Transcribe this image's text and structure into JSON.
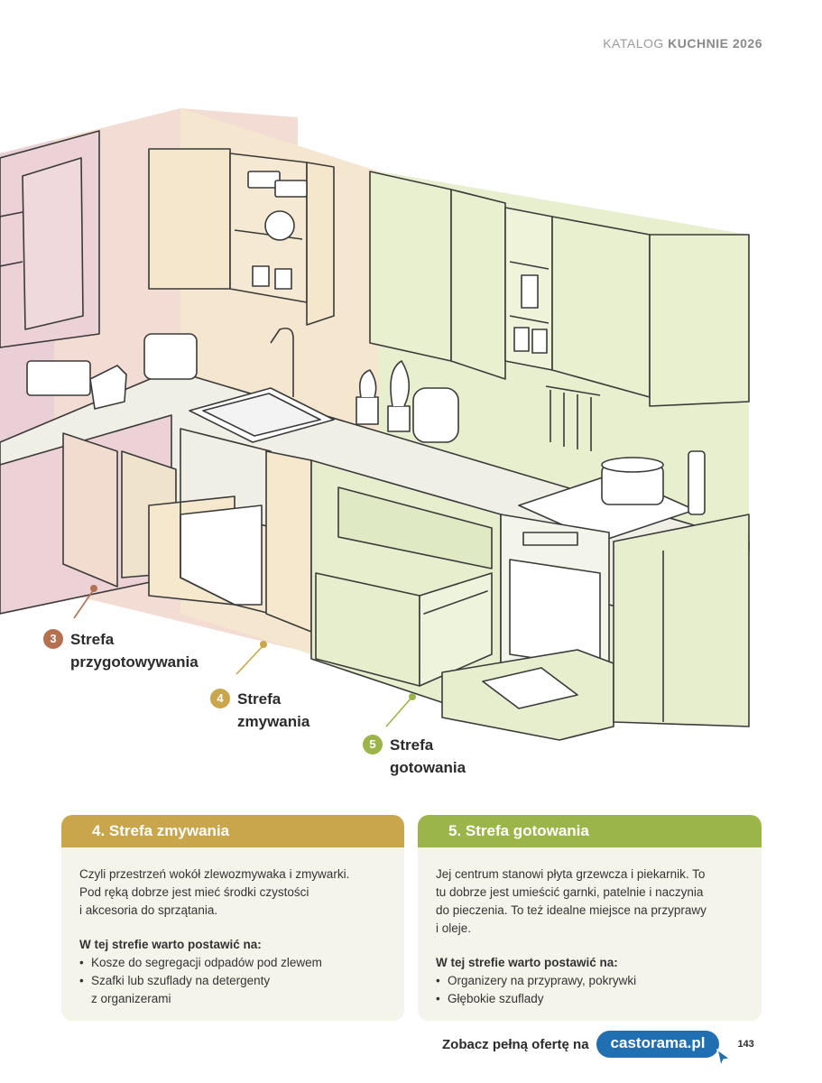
{
  "header": {
    "label": "KATALOG",
    "title": "KUCHNIE 2026"
  },
  "zones": [
    {
      "number": "3",
      "line1": "Strefa",
      "line2": "przygotowywania"
    },
    {
      "number": "4",
      "line1": "Strefa",
      "line2": "zmywania"
    },
    {
      "number": "5",
      "line1": "Strefa",
      "line2": "gotowania"
    }
  ],
  "colors": {
    "zone3": "#b5714f",
    "zone4": "#c9a64b",
    "zone5": "#9cb548",
    "card_bg": "#f5f4ea",
    "brand": "#1f6fb2"
  },
  "cards": [
    {
      "title": "4. Strefa zmywania",
      "intro": "Czyli przestrzeń wokół zlewozmywaka i zmywarki.\nPod ręką dobrze jest mieć środki czystości\ni akcesoria do sprzątania.",
      "subtitle": "W tej strefie warto postawić na:",
      "items": [
        "Kosze do segregacji odpadów pod zlewem",
        "Szafki lub szuflady na detergenty\nz organizerami"
      ]
    },
    {
      "title": "5. Strefa gotowania",
      "intro": "Jej centrum stanowi płyta grzewcza i piekarnik. To\ntu dobrze jest umieścić garnki, patelnie i naczynia\ndo pieczenia. To też idealne miejsce na przyprawy\ni oleje.",
      "subtitle": "W tej strefie warto postawić na:",
      "items": [
        "Organizery na przyprawy, pokrywki",
        "Głębokie szuflady"
      ]
    }
  ],
  "footer": {
    "text": "Zobacz pełną ofertę na",
    "logo": "castorama.pl",
    "page": "143"
  }
}
